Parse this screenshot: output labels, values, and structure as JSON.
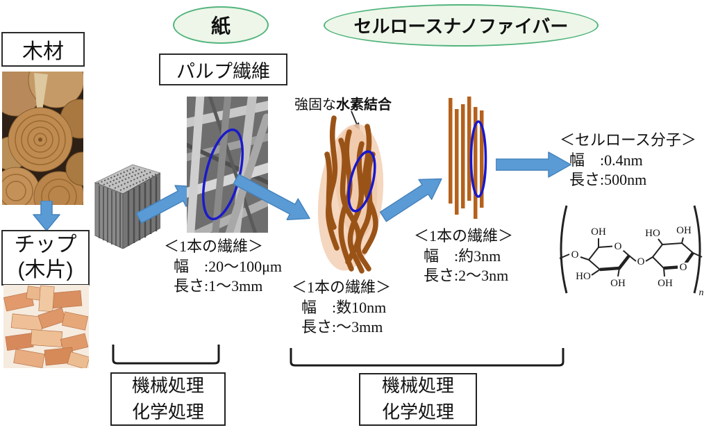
{
  "colors": {
    "accent_green": "#52b47c",
    "green_fill": "#edf6e9",
    "arrow_blue": "#5b9bd5",
    "fiber_brown": "#9a5317",
    "bar_brown": "#b5611d",
    "highlight_blue": "#1717cf"
  },
  "flow": {
    "wood_label": "木材",
    "chip_label_line1": "チップ",
    "chip_label_line2": "(木片)",
    "pulp_label": "パルプ繊維"
  },
  "bubbles": {
    "paper": "紙",
    "cnf": "セルロースナノファイバー"
  },
  "annotations": {
    "hydrogen_prefix": "強固な",
    "hydrogen_bold": "水素結合"
  },
  "specs": {
    "pulp": {
      "title": "＜1本の繊維＞",
      "width": "幅　:20～100μm",
      "length": "長さ:1～3mm"
    },
    "tangle": {
      "title": "＜1本の繊維＞",
      "width": "幅　:数10nm",
      "length": "長さ:～3mm"
    },
    "single": {
      "title": "＜1本の繊維＞",
      "width": "幅　:約3nm",
      "length": "長さ:2～3nm"
    },
    "molecule": {
      "title": "＜セルロース分子＞",
      "width": "幅　:0.4nm",
      "length": "長さ:500nm"
    }
  },
  "treatments": {
    "left": {
      "line1": "機械処理",
      "line2": "化学処理"
    },
    "right": {
      "line1": "機械処理",
      "line2": "化学処理"
    }
  },
  "chem": {
    "oh": "OH",
    "ho": "HO",
    "o": "O",
    "n": "n"
  }
}
